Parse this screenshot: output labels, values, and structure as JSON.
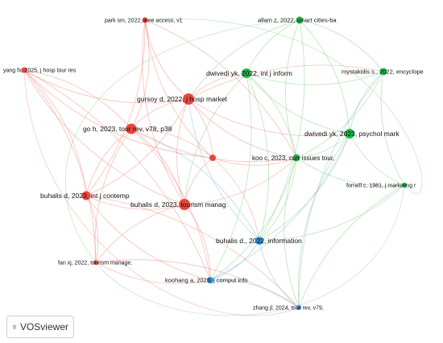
{
  "colors": {
    "cluster_red": "#e8473a",
    "cluster_green": "#20b34a",
    "cluster_blue": "#2f8fd8",
    "link_red": "#ee8a80",
    "link_green": "#7fd07f",
    "link_blue": "#8ab8e8"
  },
  "nodes": [
    {
      "id": "park",
      "label": "park sm, 2022, ieee access, v1",
      "cluster": "red"
    },
    {
      "id": "allam",
      "label": "allam z, 2022, smart cities-ba",
      "cluster": "green"
    },
    {
      "id": "yang",
      "label": "yang fx, 2025, j hosp tour res",
      "cluster": "red"
    },
    {
      "id": "dwivedi22",
      "label": "dwivedi yk, 2022, int j inform",
      "cluster": "green"
    },
    {
      "id": "mystakidis",
      "label": "mystakidis s., 2022, encyclope",
      "cluster": "green"
    },
    {
      "id": "gursoy",
      "label": "gursoy d, 2022, j hosp market",
      "cluster": "red"
    },
    {
      "id": "goh",
      "label": "go h, 2023, tour rev, v78, p38",
      "cluster": "red"
    },
    {
      "id": "dwivedi23",
      "label": "dwivedi yk, 2023, psychol mark",
      "cluster": "green"
    },
    {
      "id": "unlabeled",
      "label": "",
      "cluster": "red"
    },
    {
      "id": "koo",
      "label": "koo c, 2023, curr issues tour,",
      "cluster": "green"
    },
    {
      "id": "fornell",
      "label": "fornell c, 1981, j marketing r",
      "cluster": "green"
    },
    {
      "id": "buhalis23ij",
      "label": "buhalis d, 2023, int j contemp",
      "cluster": "red"
    },
    {
      "id": "buhalis23tm",
      "label": "buhalis d, 2023, tourism manag",
      "cluster": "red"
    },
    {
      "id": "buhalis22",
      "label": "buhalis d., 2022, information",
      "cluster": "blue"
    },
    {
      "id": "fan",
      "label": "fan xj, 2022, tourism manage,",
      "cluster": "red"
    },
    {
      "id": "koohang",
      "label": "koohang a, 2023, j comput info",
      "cluster": "blue"
    },
    {
      "id": "zhang",
      "label": "zhang jl, 2024, tour rev, v79,",
      "cluster": "blue"
    }
  ],
  "branding": {
    "name": "VOSviewer",
    "icon": "vosviewer-logo-icon"
  }
}
